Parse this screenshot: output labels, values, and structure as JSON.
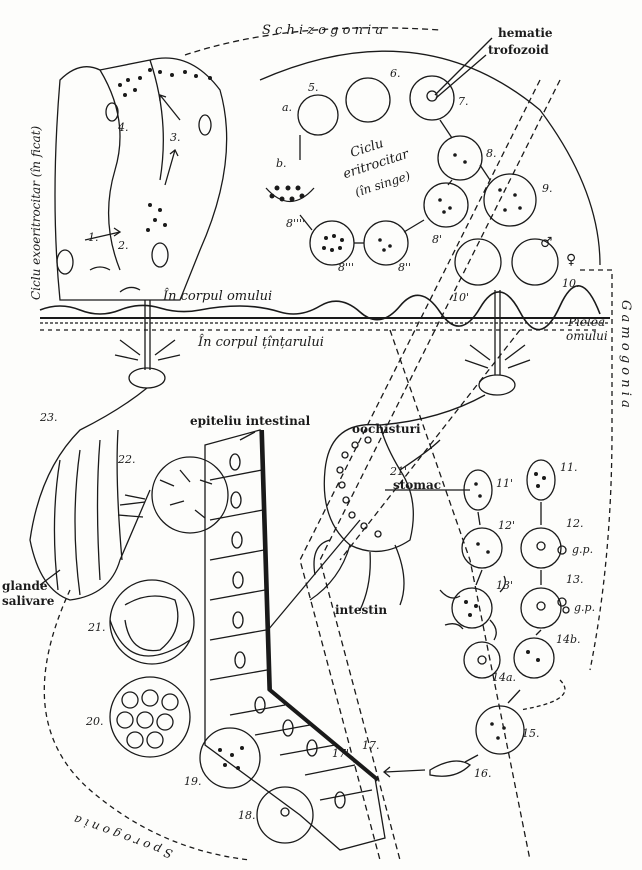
{
  "labels": {
    "schizogonia": "S c h i z o g o n i a",
    "hematie": "hematie",
    "trofozoid": "trofozoid",
    "ciclu_exo": "Ciclu exoeritrocitar (în ficat)",
    "ciclu_eritro_1": "Ciclu",
    "ciclu_eritro_2": "eritrocitar",
    "ciclu_eritro_3": "(în singe)",
    "in_corpul_omului": "În corpul omului",
    "in_corpul_tintarului": "În corpul țînțarului",
    "pielea_omului_1": "Pielea",
    "pielea_omului_2": "omului",
    "gamogonia": "G a m o g o n i a",
    "sporogonia": "S p o r o g o n i a",
    "epiteliu": "epiteliu intestinal",
    "oochisturi": "oochisturi",
    "stomac": "stomac",
    "intestin": "intestin",
    "glande_1": "glande",
    "glande_2": "salivare",
    "gp1": "g.p.",
    "gp2": "g.p."
  },
  "numbers": {
    "n1": "1.",
    "n2": "2.",
    "n3": "3.",
    "n4": "4.",
    "na": "a.",
    "nb": "b.",
    "n5": "5.",
    "n6": "6.",
    "n7": "7.",
    "n8": "8.",
    "n8p": "8'",
    "n8pp": "8''",
    "n8ppp": "8'''",
    "n8pppp": "8''''",
    "n9": "9.",
    "n10": "10.",
    "n10p": "10'",
    "n11": "11.",
    "n11p": "11'",
    "n12": "12.",
    "n12p": "12'",
    "n13": "13.",
    "n13p": "13'",
    "n14a": "14a.",
    "n14b": "14b.",
    "n15": "15.",
    "n16": "16.",
    "n17": "17.",
    "n17p": "17'",
    "n18": "18.",
    "n19": "19.",
    "n20": "20.",
    "n21": "21.",
    "n21p": "21'",
    "n22": "22.",
    "n23": "23."
  },
  "symbols": {
    "male": "♂",
    "female": "♀"
  },
  "colors": {
    "ink": "#1a1a1a",
    "paper": "#fdfdfb"
  }
}
